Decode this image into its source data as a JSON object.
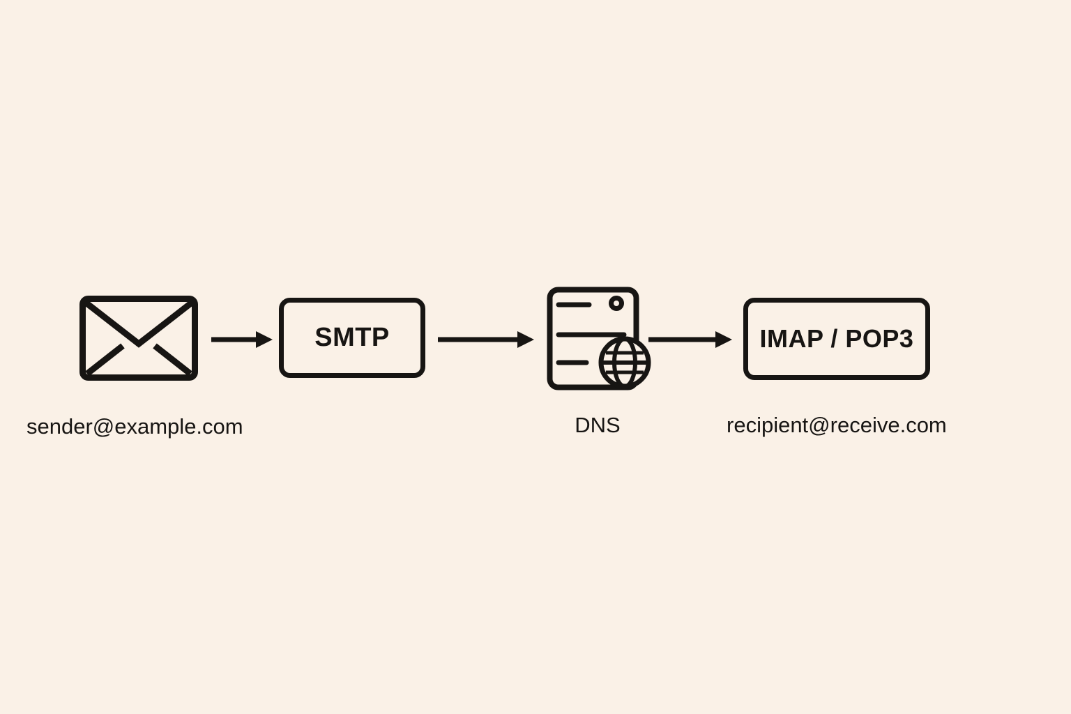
{
  "canvas": {
    "background_color": "#faf1e7",
    "ink_color": "#171513"
  },
  "diagram": {
    "type": "flow",
    "nodes": [
      {
        "id": "sender-envelope",
        "icon": "envelope-icon",
        "label": "",
        "caption": "sender@example.com"
      },
      {
        "id": "smtp-box",
        "icon": "",
        "label": "SMTP",
        "caption": ""
      },
      {
        "id": "dns-server",
        "icon": "server-globe-icon",
        "label": "",
        "caption": "DNS"
      },
      {
        "id": "imap-pop3-box",
        "icon": "",
        "label": "IMAP / POP3",
        "caption": "recipient@receive.com"
      }
    ],
    "connections": [
      {
        "from": "sender-envelope",
        "to": "smtp-box",
        "style": "arrow-right"
      },
      {
        "from": "smtp-box",
        "to": "dns-server",
        "style": "arrow-right"
      },
      {
        "from": "dns-server",
        "to": "imap-pop3-box",
        "style": "arrow-right"
      }
    ]
  }
}
